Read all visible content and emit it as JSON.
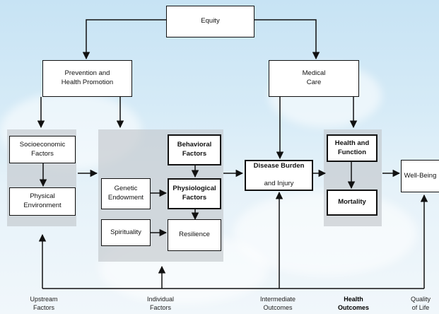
{
  "boxes": {
    "equity": "Equity",
    "prevention": "Prevention and\nHealth Promotion",
    "medical_care": "Medical\nCare",
    "socioeconomic": "Socioeconomic\nFactors",
    "physical_env": "Physical\nEnvironment",
    "genetic": "Genetic\nEndowment",
    "behavioral": "Behavioral\nFactors",
    "physiological": "Physiological\nFactors",
    "spirituality": "Spirituality",
    "resilience": "Resilience",
    "disease_bold": "Disease Burden",
    "disease_rest": "and Injury",
    "health_function": "Health and\nFunction",
    "mortality": "Mortality",
    "well_being": "Well-Being"
  },
  "bottom_labels": {
    "upstream": "Upstream\nFactors",
    "individual": "Individual\nFactors",
    "intermediate": "Intermediate\nOutcomes",
    "health_outcomes": "Health\nOutcomes",
    "quality": "Quality\nof Life"
  }
}
